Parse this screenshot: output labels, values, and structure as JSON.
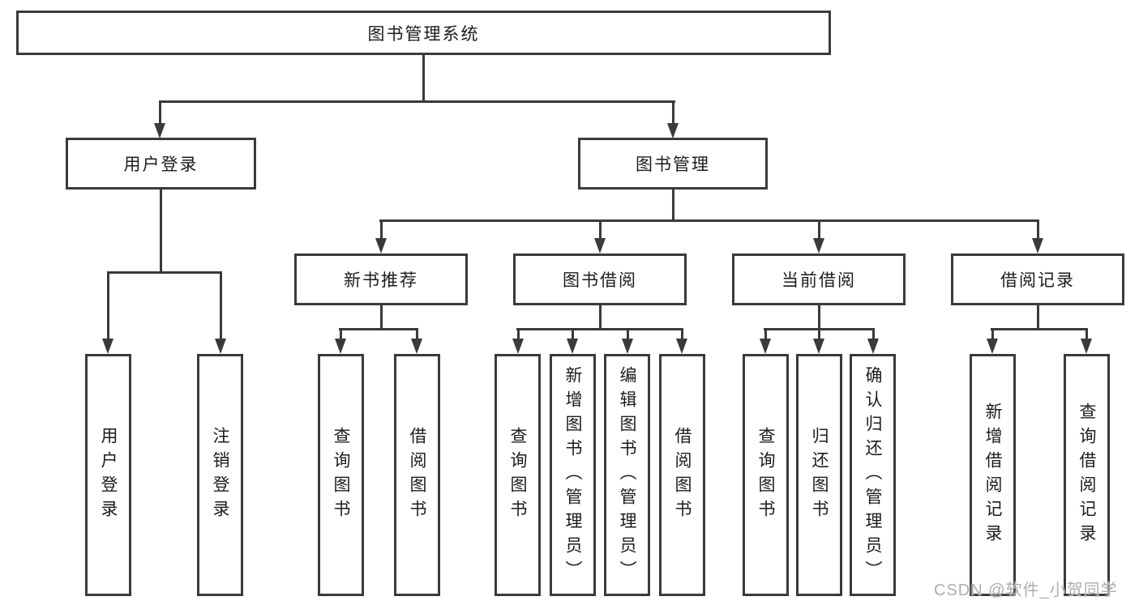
{
  "watermark": "CSDN @软件_小贺同学",
  "colors": {
    "line": "#3a3a3a",
    "text": "#1c1c1c",
    "background": "#ffffff",
    "watermark": "#adadad"
  },
  "tree": {
    "root": "图书管理系统",
    "branches": [
      {
        "label": "用户登录",
        "children": [
          "用户登录",
          "注销登录"
        ]
      },
      {
        "label": "图书管理",
        "children": [
          {
            "label": "新书推荐",
            "children": [
              "查询图书",
              "借阅图书"
            ]
          },
          {
            "label": "图书借阅",
            "children": [
              "查询图书",
              "新增图书（管理员）",
              "编辑图书（管理员）",
              "借阅图书"
            ]
          },
          {
            "label": "当前借阅",
            "children": [
              "查询图书",
              "归还图书",
              "确认归还（管理员）"
            ]
          },
          {
            "label": "借阅记录",
            "children": [
              "新增借阅记录",
              "查询借阅记录"
            ]
          }
        ]
      }
    ]
  }
}
